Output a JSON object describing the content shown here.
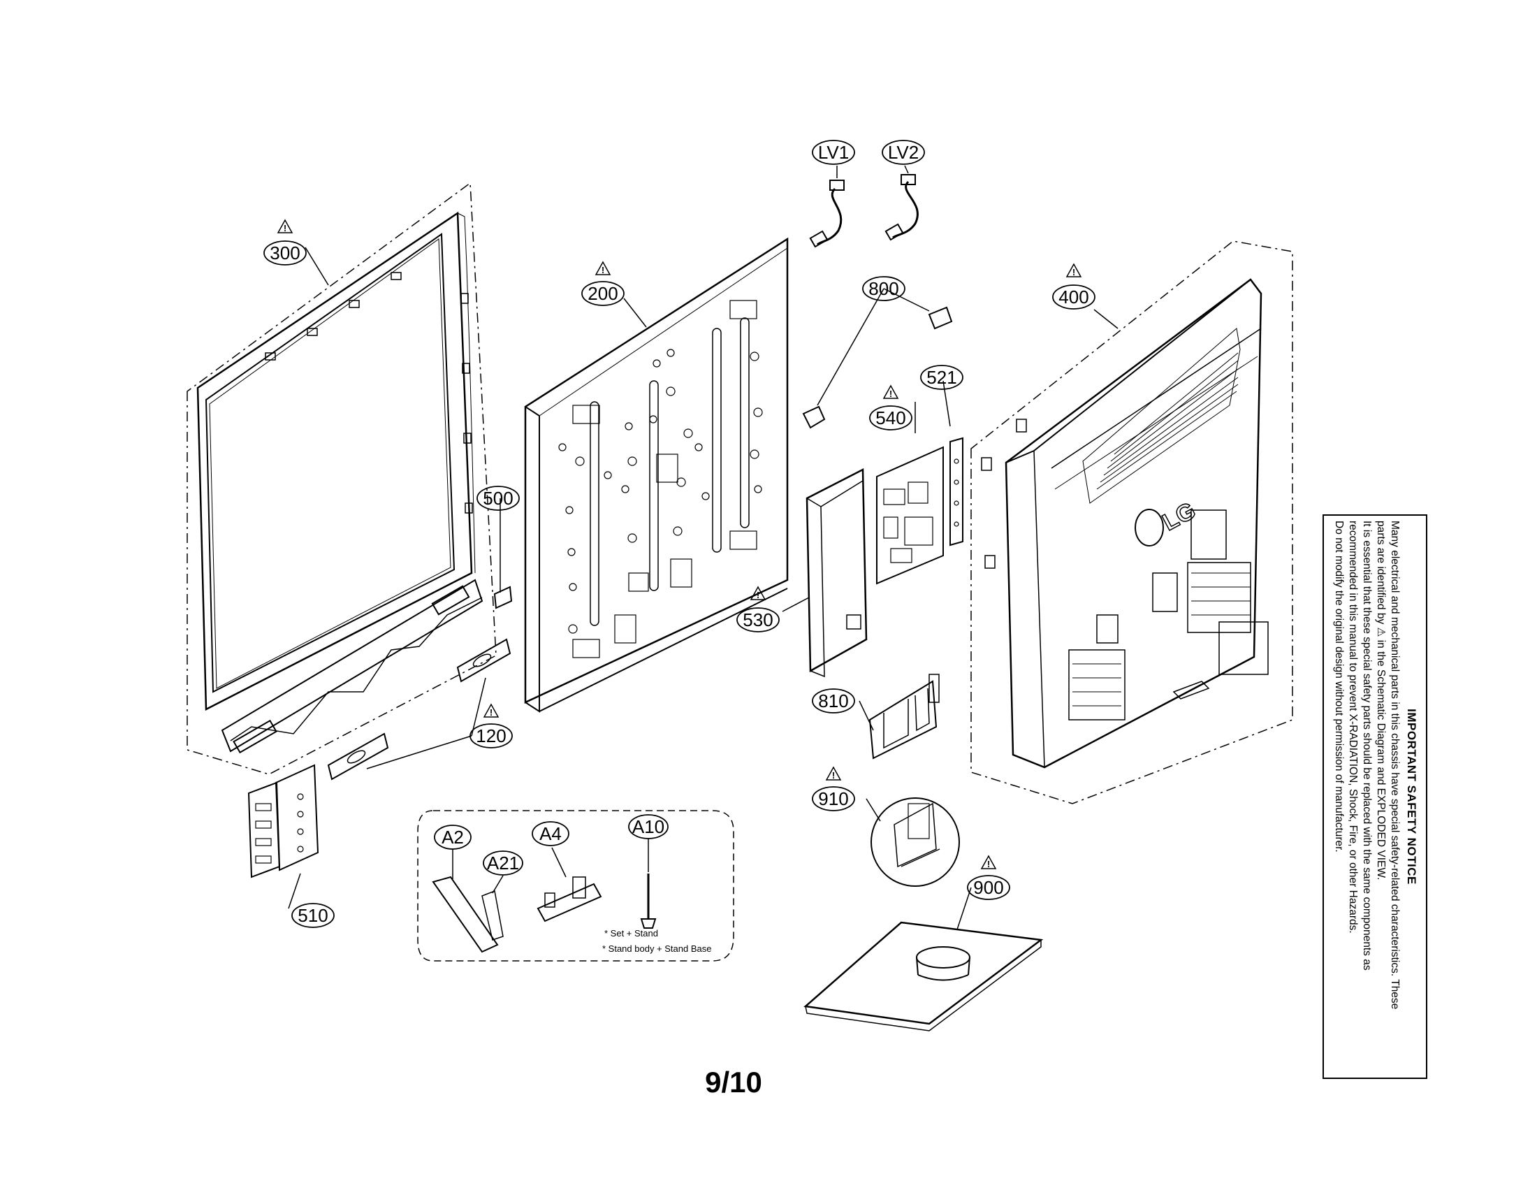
{
  "page": {
    "number": "9/10"
  },
  "notice": {
    "title": "IMPORTANT SAFETY NOTICE",
    "line1": "Many electrical and mechanical parts in this chassis have special safety-related characteristics. These",
    "line2": "parts are identified by ⚠ in the Schematic Diagram and EXPLODED VIEW.",
    "line3": "It is essential that these special safety parts should be replaced with the same components as",
    "line4": "recommended in this manual to prevent X-RADIATION, Shock, Fire, or other Hazards.",
    "line5": "Do not modify the original design without permission of manufacturer."
  },
  "parts": {
    "p300": "300",
    "p200": "200",
    "p400": "400",
    "p500": "500",
    "p510": "510",
    "p120": "120",
    "p530": "530",
    "p540": "540",
    "p521": "521",
    "p800": "800",
    "p810": "810",
    "p910": "910",
    "p900": "900",
    "lv1": "LV1",
    "lv2": "LV2",
    "a2": "A2",
    "a21": "A21",
    "a4": "A4",
    "a10": "A10"
  },
  "safety_symbol": "⚠",
  "logo": "LG",
  "stand_notes": {
    "note1": "* Set + Stand",
    "note2": "* Stand body + Stand Base"
  }
}
